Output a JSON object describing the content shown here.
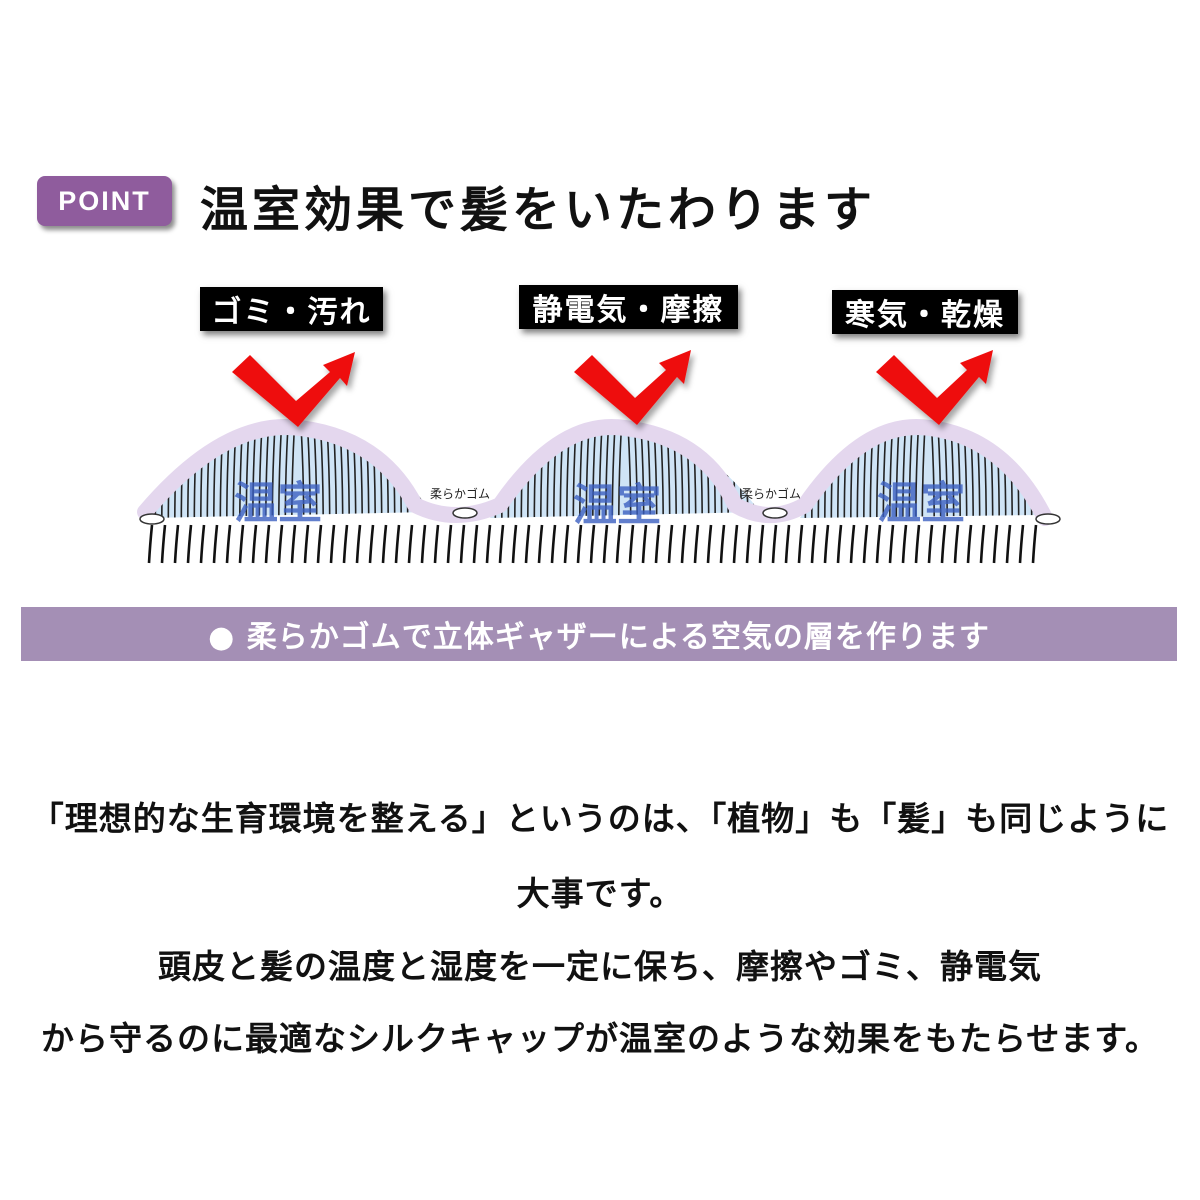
{
  "header": {
    "badge": "POINT",
    "title": "温室効果で髪をいたわります"
  },
  "diagram": {
    "threats": [
      "ゴミ・汚れ",
      "静電気・摩擦",
      "寒気・乾燥"
    ],
    "greenhouse_label": "温室",
    "elastic_label": "柔らかゴム"
  },
  "band": {
    "text": "● 柔らかゴムで立体ギャザーによる空気の層を作ります"
  },
  "body": {
    "lines": [
      "「理想的な生育環境を整える」というのは、「植物」も「髪」も同じように",
      "大事です。",
      "頭皮と髪の温度と湿度を一定に保ち、摩擦やゴミ、静電気",
      "から守るのに最適なシルクキャップが温室のような効果をもたらせます。"
    ]
  },
  "colors": {
    "badge": "#8f5c9d",
    "band": "#a48fb5",
    "arrow": "#ee1111",
    "cap_wave": "#e4d7ee",
    "greenhouse_fill": "#cfe4f6",
    "greenhouse_text": "#3b5fc0"
  }
}
